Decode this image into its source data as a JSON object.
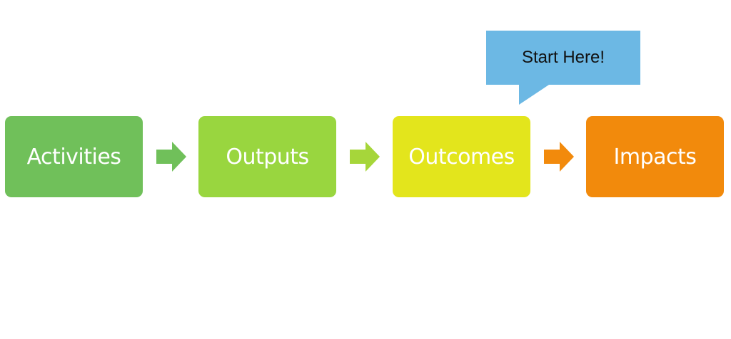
{
  "diagram": {
    "stages": [
      {
        "label": "Activities",
        "color": "#70c05a"
      },
      {
        "label": "Outputs",
        "color": "#99d63f"
      },
      {
        "label": "Outcomes",
        "color": "#e3e51c"
      },
      {
        "label": "Impacts",
        "color": "#f28a0c"
      }
    ],
    "arrow_colors": [
      "#70c05a",
      "#a6d63a",
      "#f28a0c"
    ],
    "callout": {
      "label": "Start Here!",
      "color": "#6cb8e4",
      "points_to": "Outcomes"
    }
  }
}
